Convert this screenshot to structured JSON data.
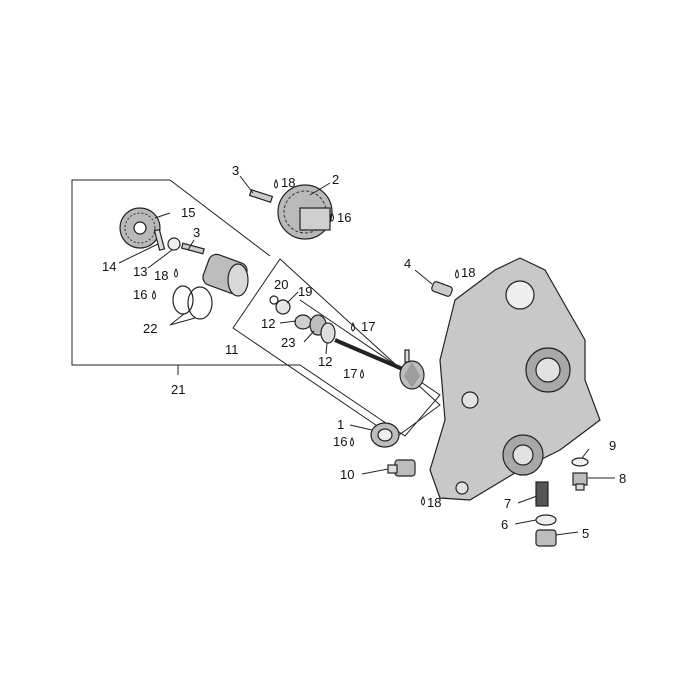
{
  "labels": {
    "l1": "1",
    "l2": "2",
    "l3a": "3",
    "l3b": "3",
    "l4": "4",
    "l5": "5",
    "l6": "6",
    "l7": "7",
    "l8": "8",
    "l9": "9",
    "l10": "10",
    "l11": "11",
    "l12a": "12",
    "l12b": "12",
    "l13": "13",
    "l14": "14",
    "l15": "15",
    "l16a": "16",
    "l16b": "16",
    "l16c": "16",
    "l17a": "17",
    "l17b": "17",
    "l18a": "18",
    "l18b": "18",
    "l18c": "18",
    "l18d": "18",
    "l19": "19",
    "l20": "20",
    "l21": "21",
    "l22": "22",
    "l23": "23"
  }
}
